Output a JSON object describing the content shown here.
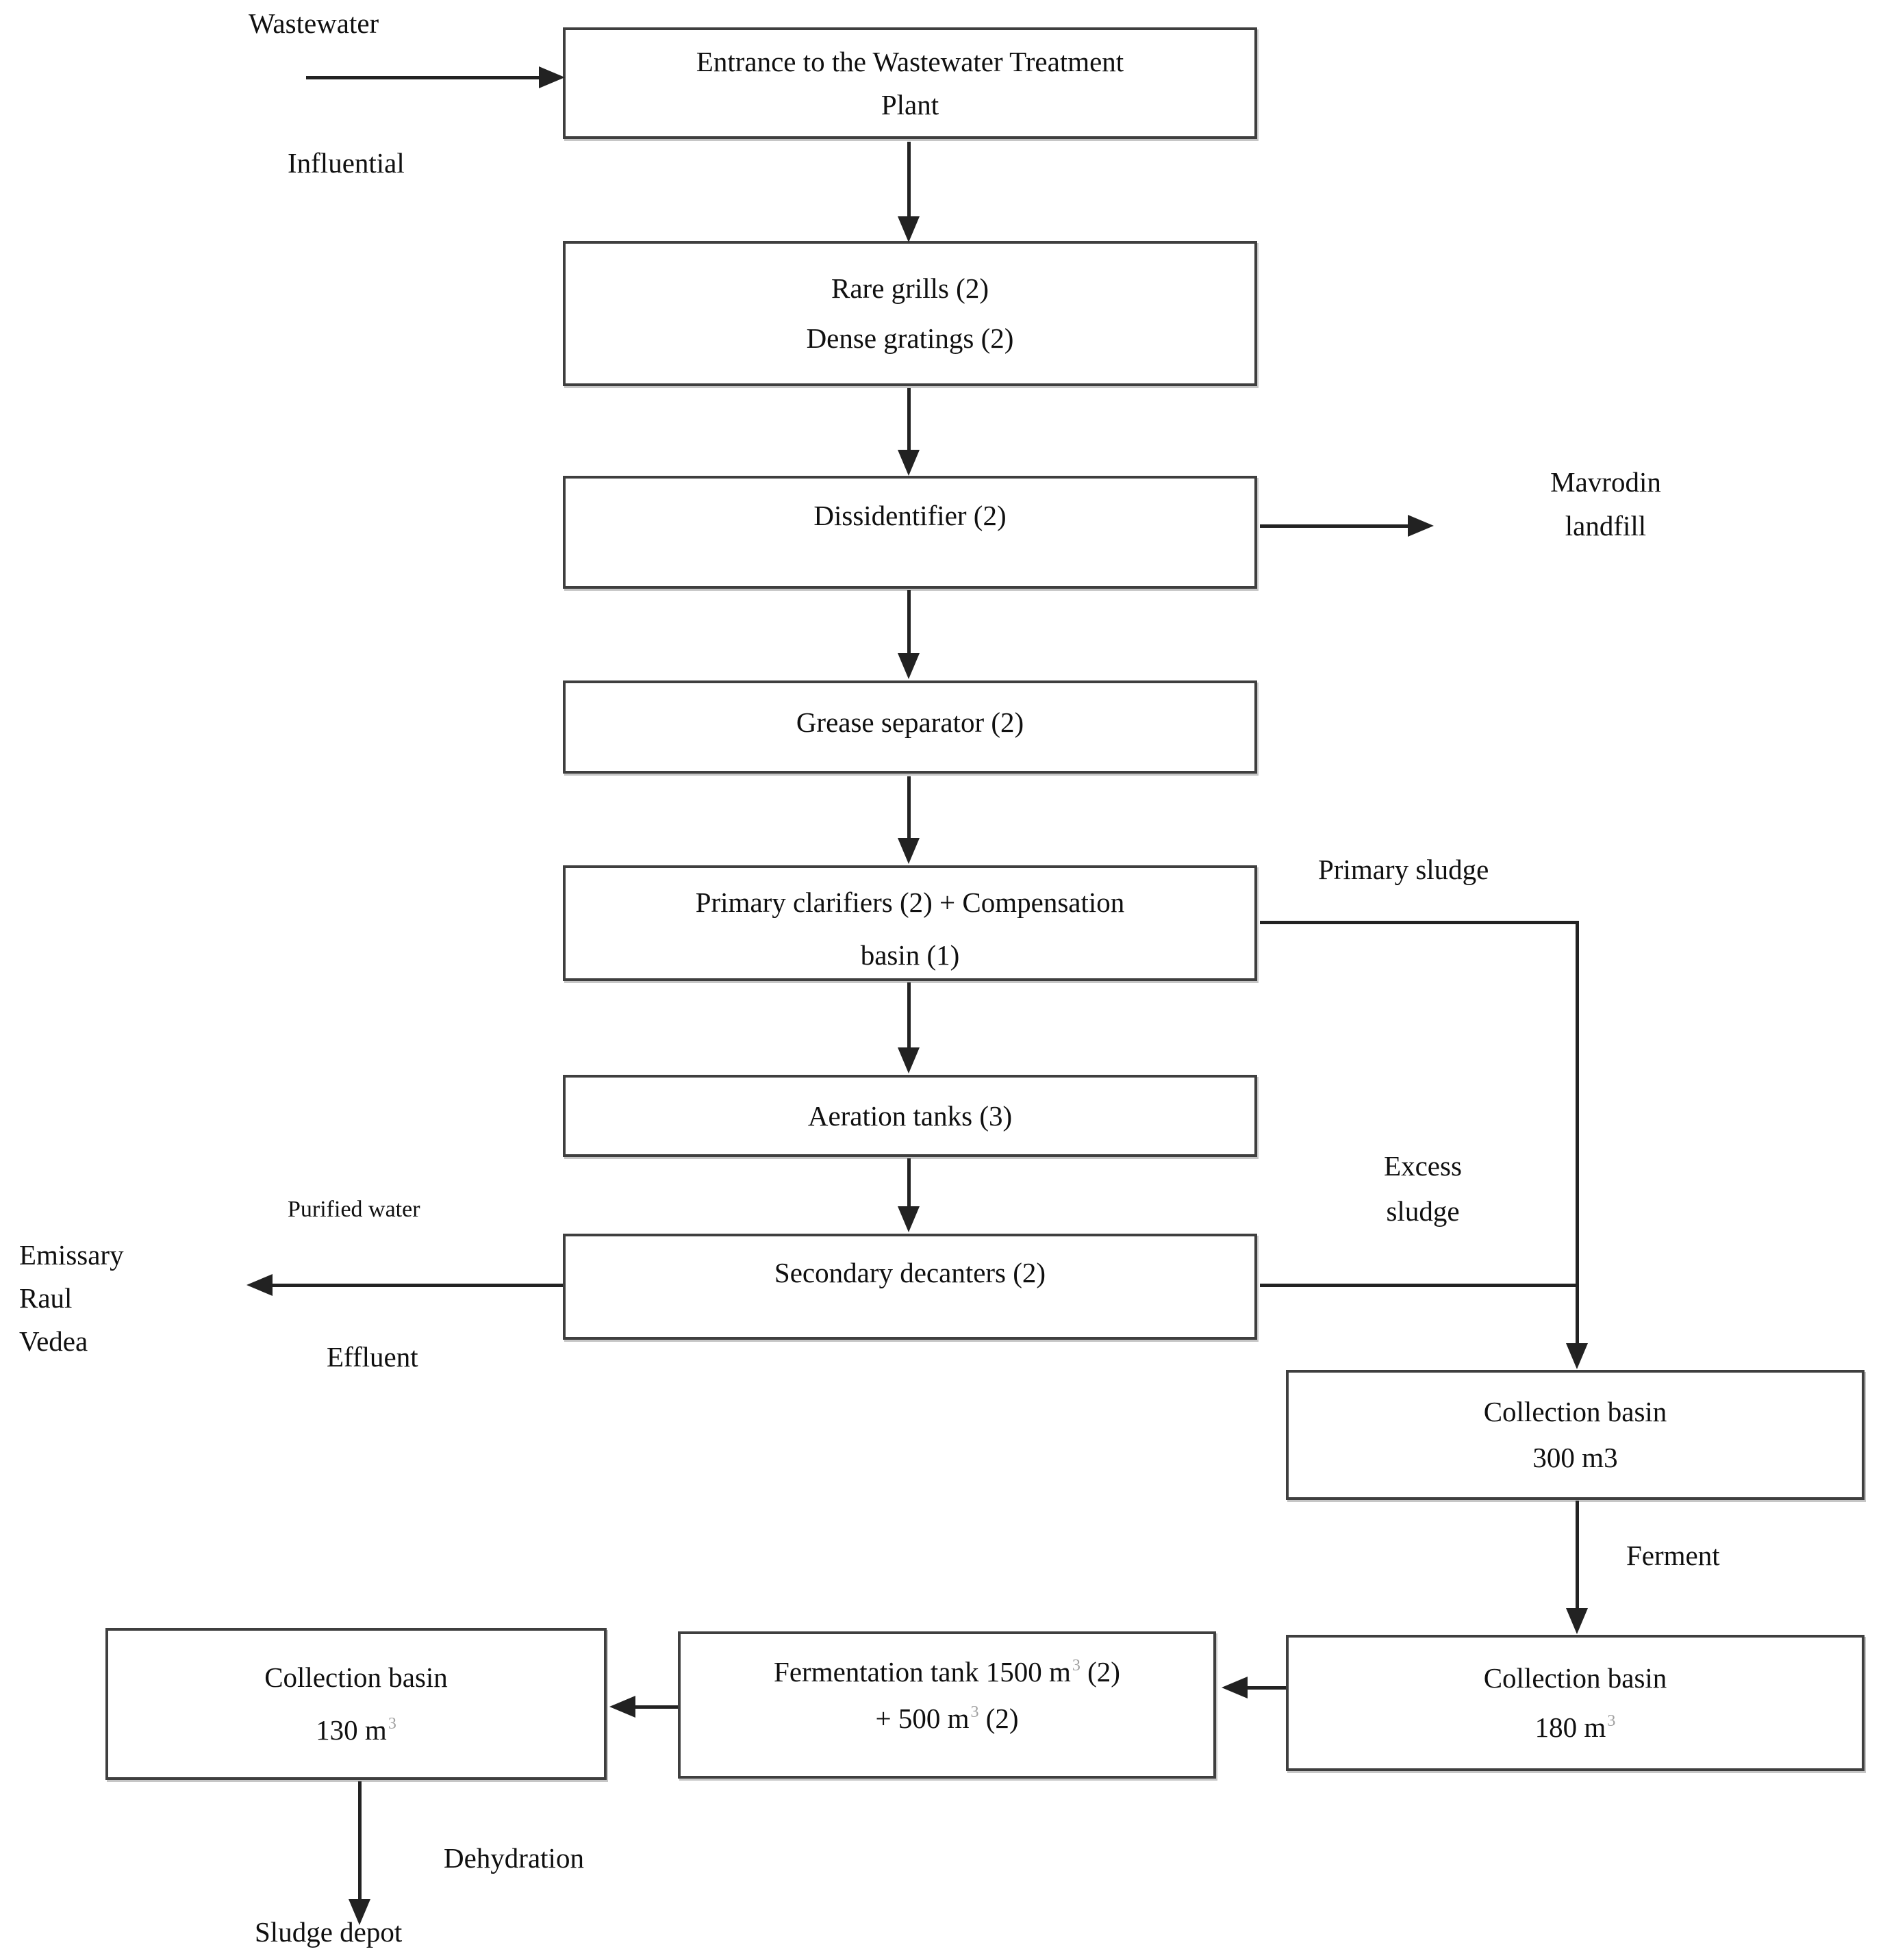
{
  "diagram": {
    "title_hint": "Wastewater Treatment Plant process flow diagram",
    "colors": {
      "background": "#ffffff",
      "box_border": "#3f3f3f",
      "line": "#222222",
      "text": "#101010",
      "superscript": "#a0a0a0"
    },
    "boxes": {
      "entrance": {
        "line1": "Entrance to the Wastewater Treatment",
        "line2": "Plant"
      },
      "grills": {
        "line1": "Rare grills (2)",
        "line2": "Dense gratings (2)"
      },
      "dissidentifier": {
        "line1": "Dissidentifier (2)"
      },
      "grease": {
        "line1": "Grease separator (2)"
      },
      "clarifiers": {
        "line1": "Primary clarifiers (2) + Compensation",
        "line2": "basin (1)"
      },
      "aeration": {
        "line1": "Aeration tanks (3)"
      },
      "decanters": {
        "line1": "Secondary decanters (2)"
      },
      "basin300": {
        "line1": "Collection basin",
        "line2": "300 m3"
      },
      "basin180": {
        "line1": "Collection basin",
        "volume": "180 m",
        "volume_sup": "3"
      },
      "fermentation": {
        "line1_base": "Fermentation tank 1500 m",
        "line1_sup": "3",
        "line1_tail": " (2)",
        "line2_base": "+ 500 m",
        "line2_sup": "3",
        "line2_tail": " (2)"
      },
      "basin130": {
        "line1": "Collection basin",
        "volume": "130 m",
        "volume_sup": "3"
      }
    },
    "labels": {
      "wastewater": "Wastewater",
      "influential": "Influential",
      "mavrodin_line1": "Mavrodin",
      "mavrodin_line2": "landfill",
      "primary_sludge": "Primary sludge",
      "excess_line1": "Excess",
      "excess_line2": "sludge",
      "purified_water": "Purified water",
      "emissary_line1": "Emissary",
      "emissary_line2": "Raul",
      "emissary_line3": "Vedea",
      "effluent": "Effluent",
      "ferment": "Ferment",
      "dehydration": "Dehydration",
      "sludge_depot": "Sludge depot"
    }
  }
}
